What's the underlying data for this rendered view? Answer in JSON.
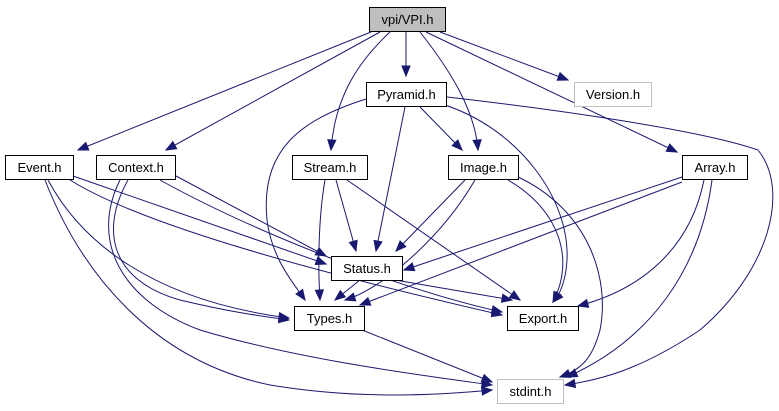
{
  "title": "vpi/VPI.h include dependency graph",
  "colors": {
    "edge": "#191970",
    "root_fill": "#bfbfbf",
    "node_fill": "#ffffff",
    "node_border": "#000000",
    "external_border": "#bfbfbf"
  },
  "nodes": [
    {
      "id": "vpi",
      "label": "vpi/VPI.h",
      "style": "root"
    },
    {
      "id": "pyramid",
      "label": "Pyramid.h",
      "style": "normal"
    },
    {
      "id": "version",
      "label": "Version.h",
      "style": "external"
    },
    {
      "id": "event",
      "label": "Event.h",
      "style": "normal"
    },
    {
      "id": "context",
      "label": "Context.h",
      "style": "normal"
    },
    {
      "id": "stream",
      "label": "Stream.h",
      "style": "normal"
    },
    {
      "id": "image",
      "label": "Image.h",
      "style": "normal"
    },
    {
      "id": "array",
      "label": "Array.h",
      "style": "normal"
    },
    {
      "id": "status",
      "label": "Status.h",
      "style": "normal"
    },
    {
      "id": "types",
      "label": "Types.h",
      "style": "normal"
    },
    {
      "id": "export",
      "label": "Export.h",
      "style": "normal"
    },
    {
      "id": "stdint",
      "label": "stdint.h",
      "style": "external"
    }
  ],
  "edges": [
    {
      "from": "vpi",
      "to": "event"
    },
    {
      "from": "vpi",
      "to": "context"
    },
    {
      "from": "vpi",
      "to": "stream"
    },
    {
      "from": "vpi",
      "to": "pyramid"
    },
    {
      "from": "vpi",
      "to": "image"
    },
    {
      "from": "vpi",
      "to": "array"
    },
    {
      "from": "vpi",
      "to": "version"
    },
    {
      "from": "pyramid",
      "to": "types"
    },
    {
      "from": "pyramid",
      "to": "status"
    },
    {
      "from": "pyramid",
      "to": "image"
    },
    {
      "from": "pyramid",
      "to": "export"
    },
    {
      "from": "pyramid",
      "to": "stdint"
    },
    {
      "from": "event",
      "to": "status"
    },
    {
      "from": "event",
      "to": "export"
    },
    {
      "from": "event",
      "to": "types"
    },
    {
      "from": "event",
      "to": "stdint"
    },
    {
      "from": "context",
      "to": "status"
    },
    {
      "from": "context",
      "to": "export"
    },
    {
      "from": "context",
      "to": "types"
    },
    {
      "from": "context",
      "to": "stdint"
    },
    {
      "from": "stream",
      "to": "types"
    },
    {
      "from": "stream",
      "to": "status"
    },
    {
      "from": "stream",
      "to": "export"
    },
    {
      "from": "image",
      "to": "status"
    },
    {
      "from": "image",
      "to": "types"
    },
    {
      "from": "image",
      "to": "export"
    },
    {
      "from": "image",
      "to": "stdint"
    },
    {
      "from": "array",
      "to": "status"
    },
    {
      "from": "array",
      "to": "types"
    },
    {
      "from": "array",
      "to": "export"
    },
    {
      "from": "array",
      "to": "stdint"
    },
    {
      "from": "status",
      "to": "types"
    },
    {
      "from": "status",
      "to": "export"
    },
    {
      "from": "types",
      "to": "stdint"
    }
  ]
}
